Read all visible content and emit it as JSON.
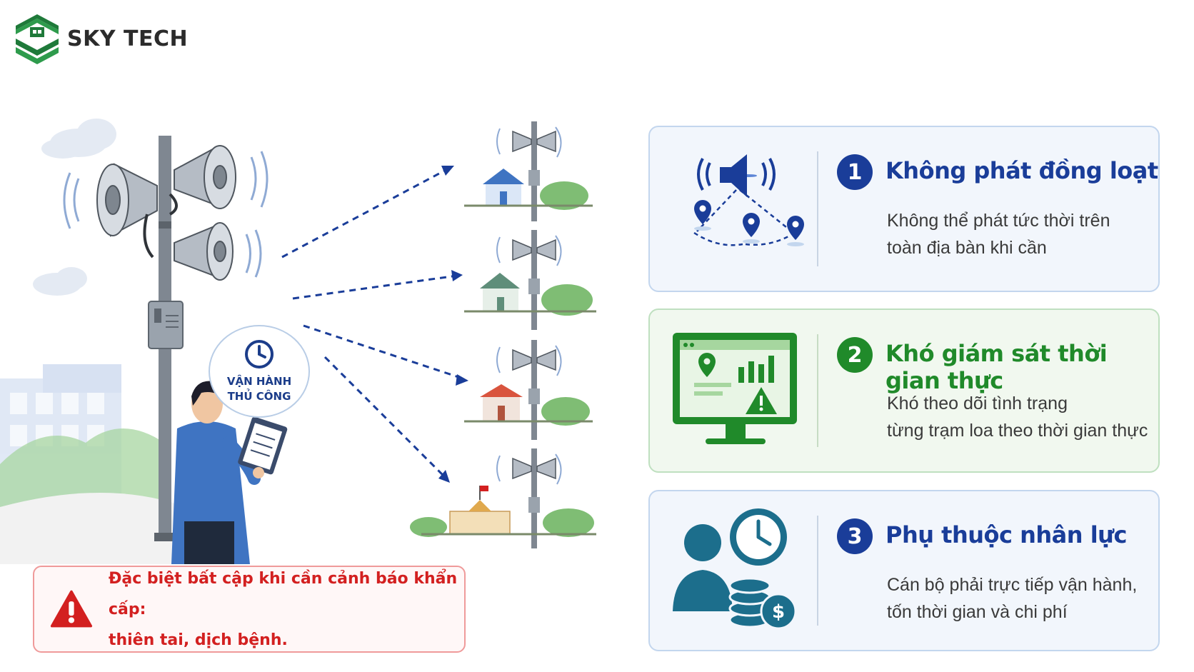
{
  "brand": {
    "name": "SKY TECH",
    "color": "#1f7a3a"
  },
  "bubble": {
    "line1": "VẬN HÀNH",
    "line2": "THỦ CÔNG"
  },
  "alert": {
    "line1": "Đặc biệt bất cập khi cần cảnh báo khẩn cấp:",
    "line2": "thiên tai, dịch bệnh.",
    "color": "#d32020"
  },
  "cards": [
    {
      "number": "1",
      "title": "Không phát đồng loạt",
      "desc1": "Không thể phát tức thời trên",
      "desc2": "toàn địa bàn khi cần",
      "icon": "speaker-locations-icon",
      "accent": "#1a3d99"
    },
    {
      "number": "2",
      "title": "Khó giám sát thời gian thực",
      "desc1": "Khó theo dõi tình trạng",
      "desc2": "từng trạm loa theo thời gian thực",
      "icon": "monitor-warning-icon",
      "accent": "#208a2a"
    },
    {
      "number": "3",
      "title": "Phụ thuộc nhân lực",
      "desc1": "Cán bộ phải trực tiếp vận hành,",
      "desc2": "tốn thời gian và chi phí",
      "icon": "person-clock-money-icon",
      "accent": "#1c6e8c"
    }
  ]
}
